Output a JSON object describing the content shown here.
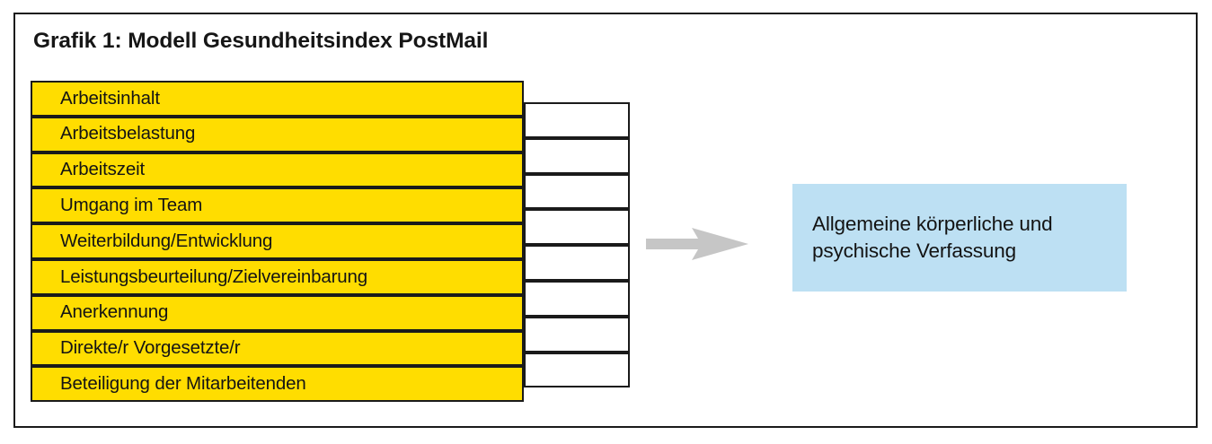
{
  "figure": {
    "title": "Grafik 1: Modell Gesundheitsindex PostMail",
    "border_color": "#1a1a1a",
    "background": "#ffffff"
  },
  "factors": {
    "fill_color": "#ffdd00",
    "border_color": "#1a1a1a",
    "items": [
      {
        "label": "Arbeitsinhalt"
      },
      {
        "label": "Arbeitsbelastung"
      },
      {
        "label": "Arbeitszeit"
      },
      {
        "label": "Umgang im Team"
      },
      {
        "label": "Weiterbildung/Entwicklung"
      },
      {
        "label": "Leistungsbeurteilung/Zielvereinbarung"
      },
      {
        "label": "Anerkennung"
      },
      {
        "label": "Direkte/r Vorgesetzte/r"
      },
      {
        "label": "Beteiligung der Mitarbeitenden"
      }
    ]
  },
  "connectors": {
    "fill_color": "#ffffff",
    "border_color": "#1a1a1a",
    "count": 8
  },
  "arrow": {
    "name": "arrow-right",
    "color": "#c6c6c6",
    "direction": "right"
  },
  "outcome": {
    "fill_color": "#bde0f3",
    "line1": "Allgemeine körperliche und",
    "line2": "psychische Verfassung"
  }
}
